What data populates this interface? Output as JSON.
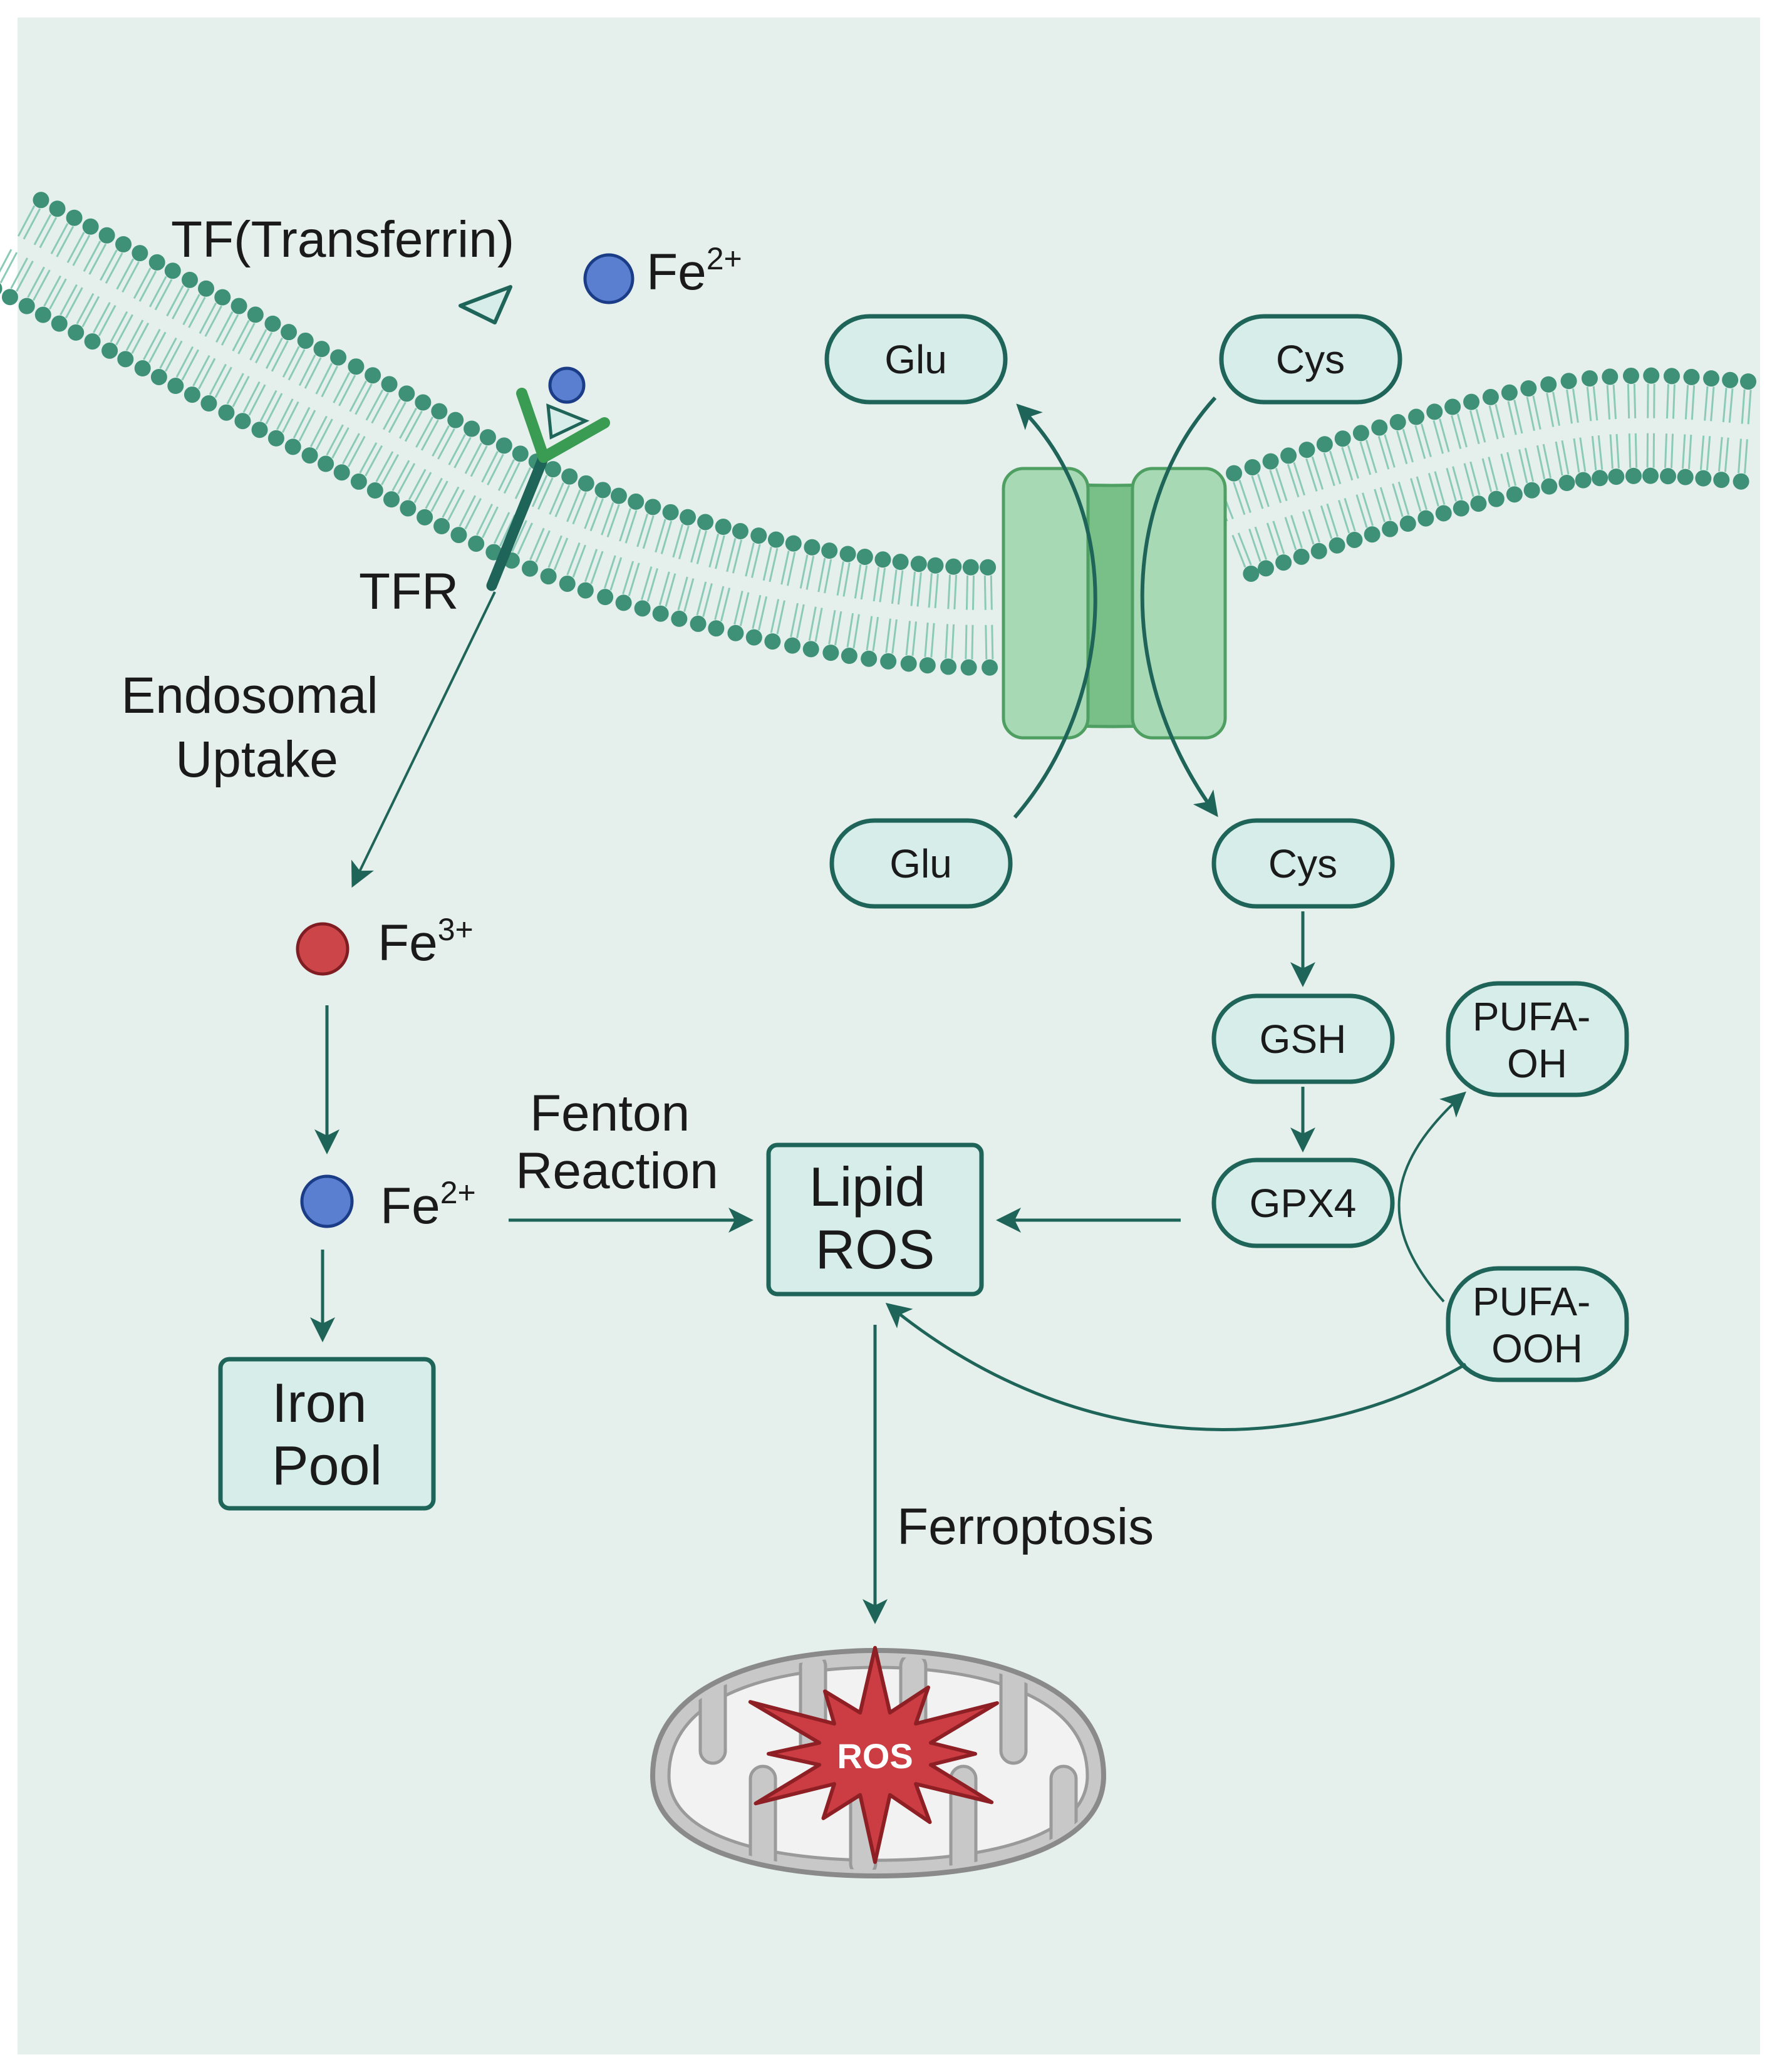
{
  "labels": {
    "tf": "TF(Transferrin)",
    "fe_out": "Fe",
    "fe_out_sup": "2+",
    "tfr": "TFR",
    "endo_1": "Endosomal",
    "endo_2": "Uptake",
    "fe3": "Fe",
    "fe3_sup": "3+",
    "fe2": "Fe",
    "fe2_sup": "2+",
    "fenton_1": "Fenton",
    "fenton_2": "Reaction",
    "ferroptosis": "Ferroptosis",
    "ros": "ROS"
  },
  "nodes": {
    "glu_out": "Glu",
    "cys_out": "Cys",
    "glu_in": "Glu",
    "cys_in": "Cys",
    "gsh": "GSH",
    "gpx4": "GPX4",
    "pufa_oh_1": "PUFA-",
    "pufa_oh_2": "OH",
    "pufa_ooh_1": "PUFA-",
    "pufa_ooh_2": "OOH",
    "lipid_ros_1": "Lipid",
    "lipid_ros_2": "ROS",
    "iron_pool_1": "Iron",
    "iron_pool_2": "Pool"
  },
  "colors": {
    "background": "#e5efeb",
    "node_fill": "#d6ede9",
    "node_stroke": "#1f6458",
    "arrow": "#1f6458",
    "membrane_head": "#3e9176",
    "membrane_tail": "#8ccab8",
    "fe2_ion": "#5b7fd0",
    "fe3_ion": "#cc4548",
    "antiporter_light": "#a7d9b4",
    "antiporter_core": "#79bf88",
    "receptor": "#3a9b52",
    "mitochondrion": "#c8c8c8",
    "ros_star": "#cc3d43"
  }
}
